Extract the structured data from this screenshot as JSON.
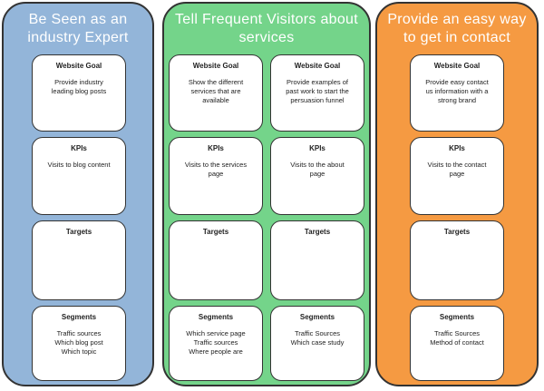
{
  "columns": [
    {
      "title_lines": [
        "Be Seen as an",
        "industry Expert"
      ],
      "color": "#93b5d9",
      "cards": [
        [
          {
            "title": "Website Goal",
            "lines": [
              "Provide industry",
              "leading blog posts"
            ]
          },
          {
            "title": "KPIs",
            "lines": [
              "Visits to blog content"
            ]
          },
          {
            "title": "Targets",
            "lines": []
          },
          {
            "title": "Segments",
            "lines": [
              "Traffic sources",
              "Which blog post",
              "Which topic"
            ]
          }
        ]
      ]
    },
    {
      "title_lines": [
        "Tell Frequent Visitors about",
        "services"
      ],
      "color": "#74d48a",
      "cards": [
        [
          {
            "title": "Website Goal",
            "lines": [
              "Show the different",
              "services that are",
              "available"
            ]
          },
          {
            "title": "KPIs",
            "lines": [
              "Visits to the services",
              "page"
            ]
          },
          {
            "title": "Targets",
            "lines": []
          },
          {
            "title": "Segments",
            "lines": [
              "Which service page",
              "Traffic sources",
              "Where people are"
            ]
          }
        ],
        [
          {
            "title": "Website Goal",
            "lines": [
              "Provide examples of",
              "past work to start the",
              "persuasion funnel"
            ]
          },
          {
            "title": "KPIs",
            "lines": [
              "Visits to the about",
              "page"
            ]
          },
          {
            "title": "Targets",
            "lines": []
          },
          {
            "title": "Segments",
            "lines": [
              "Traffic Sources",
              "Which case study"
            ]
          }
        ]
      ]
    },
    {
      "title_lines": [
        "Provide an easy way",
        "to get in contact"
      ],
      "color": "#f59a42",
      "cards": [
        [
          {
            "title": "Website Goal",
            "lines": [
              "Provide easy contact",
              "us information with a",
              "strong brand"
            ]
          },
          {
            "title": "KPIs",
            "lines": [
              "Visits to the contact",
              "page"
            ]
          },
          {
            "title": "Targets",
            "lines": []
          },
          {
            "title": "Segments",
            "lines": [
              "Traffic Sources",
              "Method of contact"
            ]
          }
        ]
      ]
    }
  ]
}
